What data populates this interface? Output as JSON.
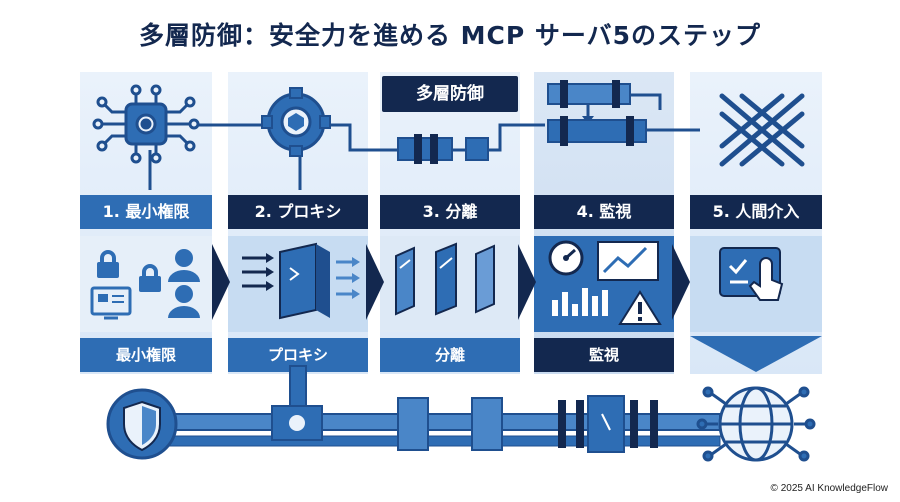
{
  "title": "多層防御：安全力を進める MCP サーバ5のステップ",
  "badge": "多層防御",
  "steps": [
    {
      "label": "1. 最小権限",
      "bottom": "最小権限"
    },
    {
      "label": "2. プロキシ",
      "bottom": "プロキシ"
    },
    {
      "label": "3. 分離",
      "bottom": "分離"
    },
    {
      "label": "4. 監視",
      "bottom": "監視"
    },
    {
      "label": "5. 人間介入",
      "bottom": ""
    }
  ],
  "copyright": "© 2025 AI KnowledgeFlow",
  "colors": {
    "dark_navy": "#13284f",
    "primary_blue": "#2e6db4",
    "mid_blue": "#4a86c8",
    "light_bg": "#e3eef9"
  }
}
